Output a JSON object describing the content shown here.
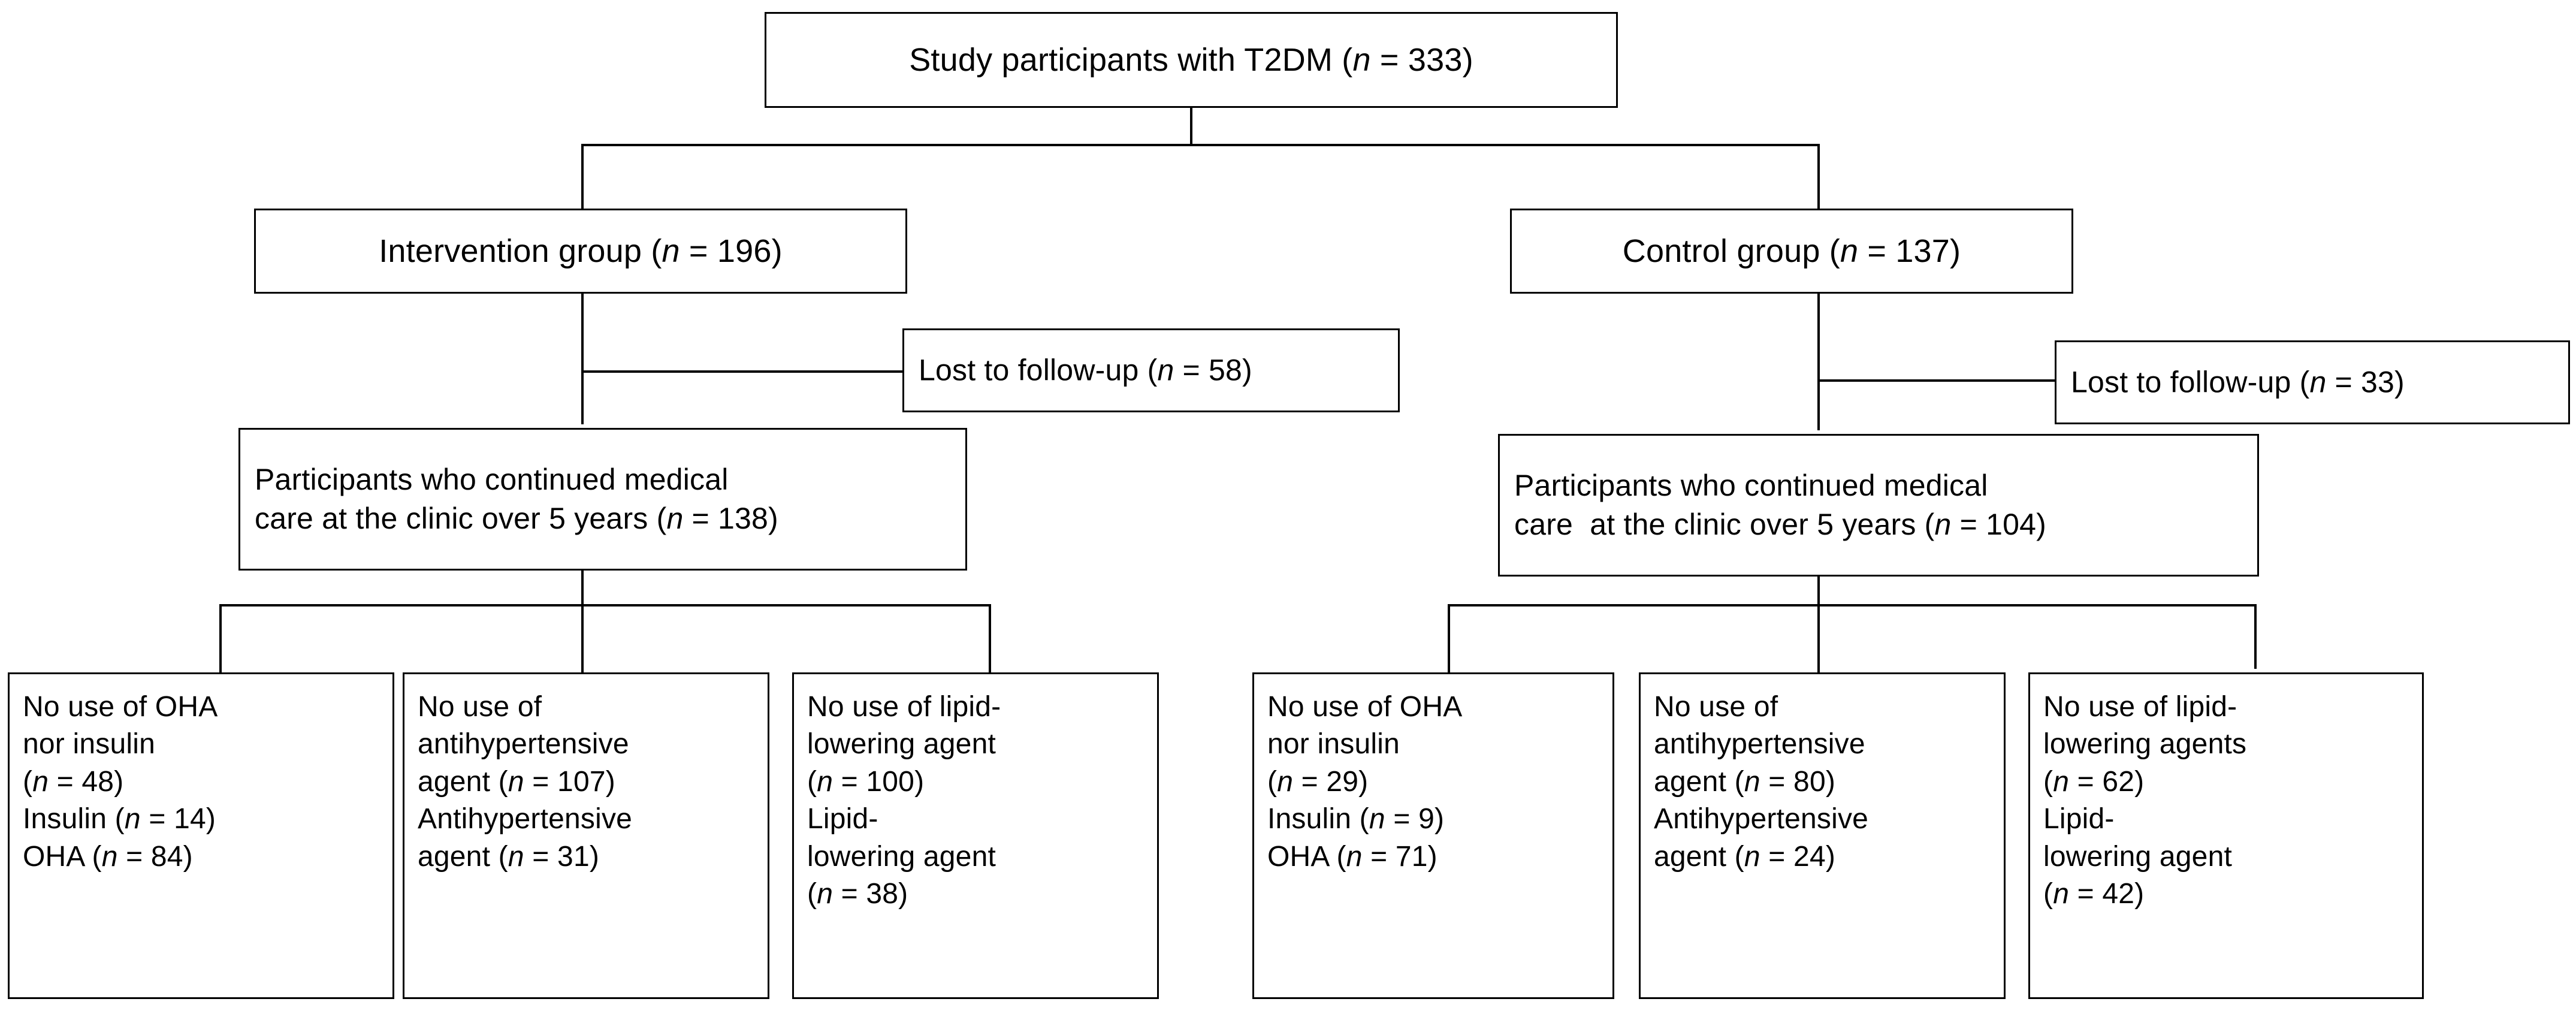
{
  "diagram": {
    "title": "Study participant flow diagram",
    "type": "flowchart",
    "background_color": "#ffffff",
    "line_color": "#000000",
    "text_color": "#000000"
  },
  "nodes": {
    "root": {
      "label": "Study participants with T2DM (n = 333)",
      "n": 333
    },
    "intervention": {
      "label": "Intervention group (n = 196)",
      "n": 196
    },
    "control": {
      "label": "Control group (n = 137)",
      "n": 137
    },
    "lost_intervention": {
      "label": "Lost to follow-up (n = 58)",
      "n": 58
    },
    "lost_control": {
      "label": "Lost to follow-up (n = 33)",
      "n": 33
    },
    "continued_intervention": {
      "label": "Participants who continued medical\ncare at the clinic over 5 years (n = 138)",
      "n": 138
    },
    "continued_control": {
      "label": "Participants who continued medical\ncare  at the clinic over 5 years (n = 104)",
      "n": 104
    }
  },
  "outcomes": {
    "intervention": [
      {
        "id": "intervention-oha-insulin",
        "label": "No use of OHA\nnor insulin\n(n = 48)\nInsulin (n = 14)\nOHA (n = 84)",
        "items": [
          {
            "name": "No use of OHA nor insulin",
            "n": 48
          },
          {
            "name": "Insulin",
            "n": 14
          },
          {
            "name": "OHA",
            "n": 84
          }
        ]
      },
      {
        "id": "intervention-antihypertensive",
        "label": "No use of\nantihypertensive\nagent (n = 107)\nAntihypertensive\nagent (n = 31)",
        "items": [
          {
            "name": "No use of antihypertensive agent",
            "n": 107
          },
          {
            "name": "Antihypertensive agent",
            "n": 31
          }
        ]
      },
      {
        "id": "intervention-lipid",
        "label": "No use of lipid-\nlowering agent\n(n = 100)\nLipid-\nlowering agent\n(n = 38)",
        "items": [
          {
            "name": "No use of lipid-lowering agent",
            "n": 100
          },
          {
            "name": "Lipid-lowering agent",
            "n": 38
          }
        ]
      }
    ],
    "control": [
      {
        "id": "control-oha-insulin",
        "label": "No use of OHA\nnor insulin\n(n = 29)\nInsulin (n = 9)\nOHA (n = 71)",
        "items": [
          {
            "name": "No use of OHA nor insulin",
            "n": 29
          },
          {
            "name": "Insulin",
            "n": 9
          },
          {
            "name": "OHA",
            "n": 71
          }
        ]
      },
      {
        "id": "control-antihypertensive",
        "label": "No use of\nantihypertensive\nagent (n = 80)\nAntihypertensive\nagent (n = 24)",
        "items": [
          {
            "name": "No use of antihypertensive agent",
            "n": 80
          },
          {
            "name": "Antihypertensive agent",
            "n": 24
          }
        ]
      },
      {
        "id": "control-lipid",
        "label": "No use of lipid-\nlowering agents\n(n = 62)\nLipid-\nlowering agent\n(n = 42)",
        "items": [
          {
            "name": "No use of lipid-lowering agents",
            "n": 62
          },
          {
            "name": "Lipid-lowering agent",
            "n": 42
          }
        ]
      }
    ]
  }
}
